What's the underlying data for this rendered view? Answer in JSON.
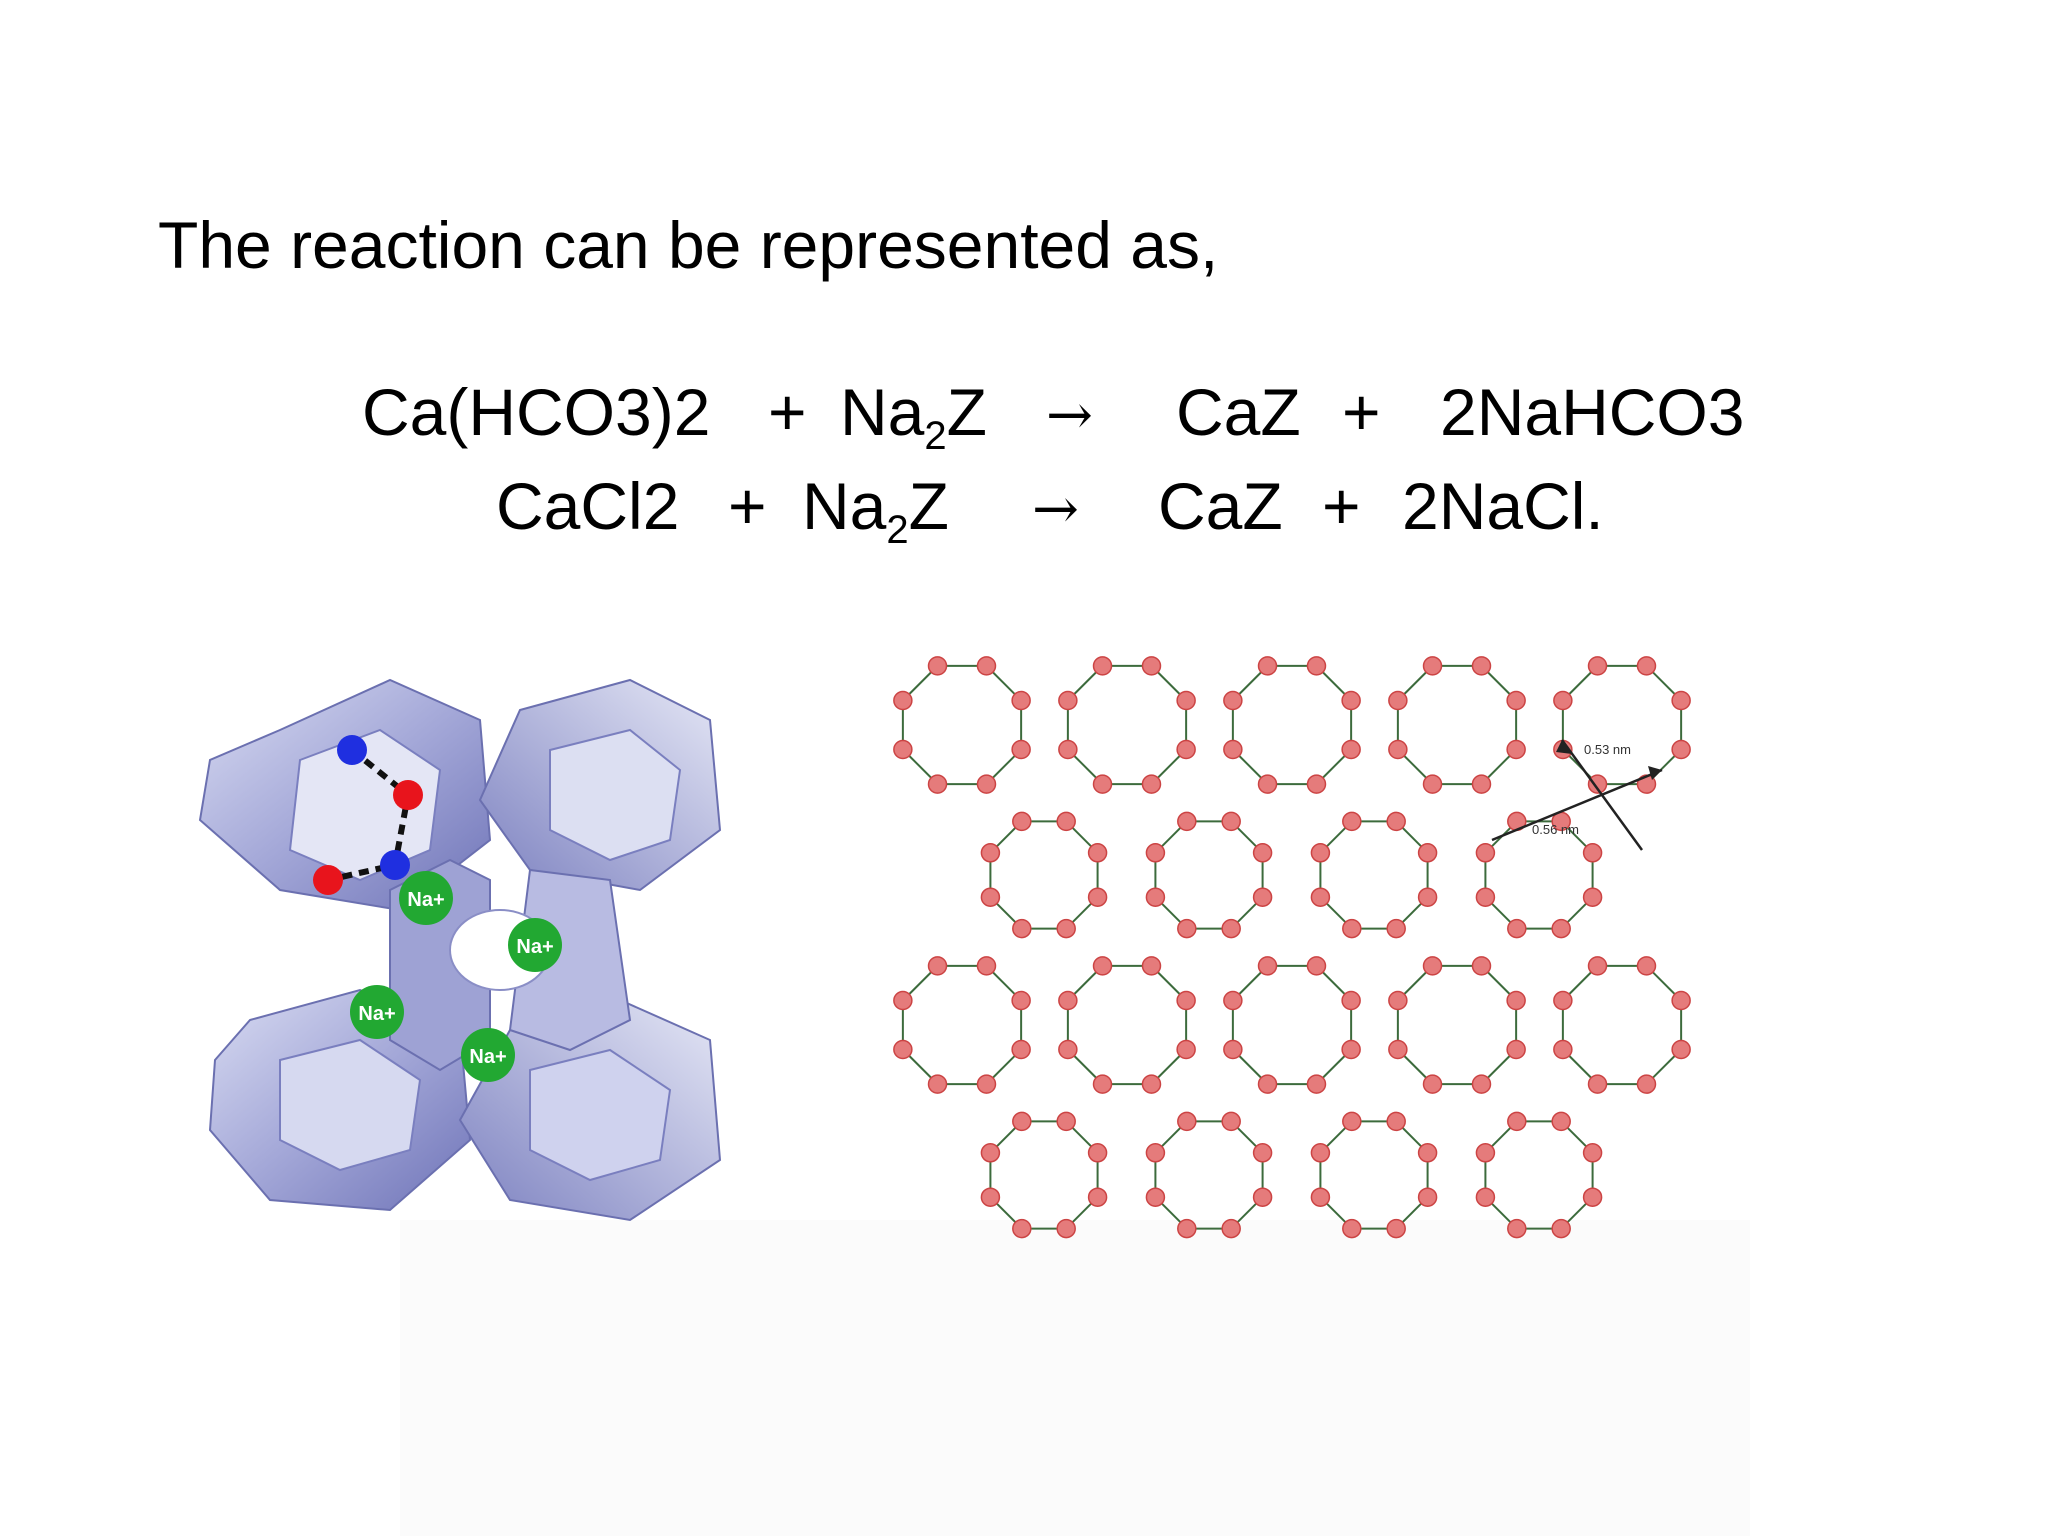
{
  "slide": {
    "intro_text": "The reaction can be represented as,",
    "equations": [
      {
        "reactant1": "Ca(HCO3)2",
        "plus1": "+",
        "reactant2_main": "Na",
        "reactant2_sub": "2",
        "reactant2_tail": "Z",
        "arrow": "→",
        "product1": "CaZ",
        "plus2": "+",
        "product2": "2NaHCO3"
      },
      {
        "reactant1": "CaCl2",
        "plus1": "+",
        "reactant2_main": "Na",
        "reactant2_sub": "2",
        "reactant2_tail": "Z",
        "arrow": "→",
        "product1": "CaZ",
        "plus2": "+",
        "product2": "2NaCl."
      }
    ]
  },
  "figures": {
    "zeolite_cage": {
      "ion_label": "Na+",
      "cage_color": "#8f93cc",
      "sodium_color": "#22a832",
      "oxygen_color": "#e8141c",
      "silicon_color": "#1f2fe0"
    },
    "framework": {
      "dimension_labels": [
        "0.53 nm",
        "0.56 nm"
      ],
      "node_color": "#e57b7b",
      "bond_color": "#3c6b3c"
    }
  }
}
